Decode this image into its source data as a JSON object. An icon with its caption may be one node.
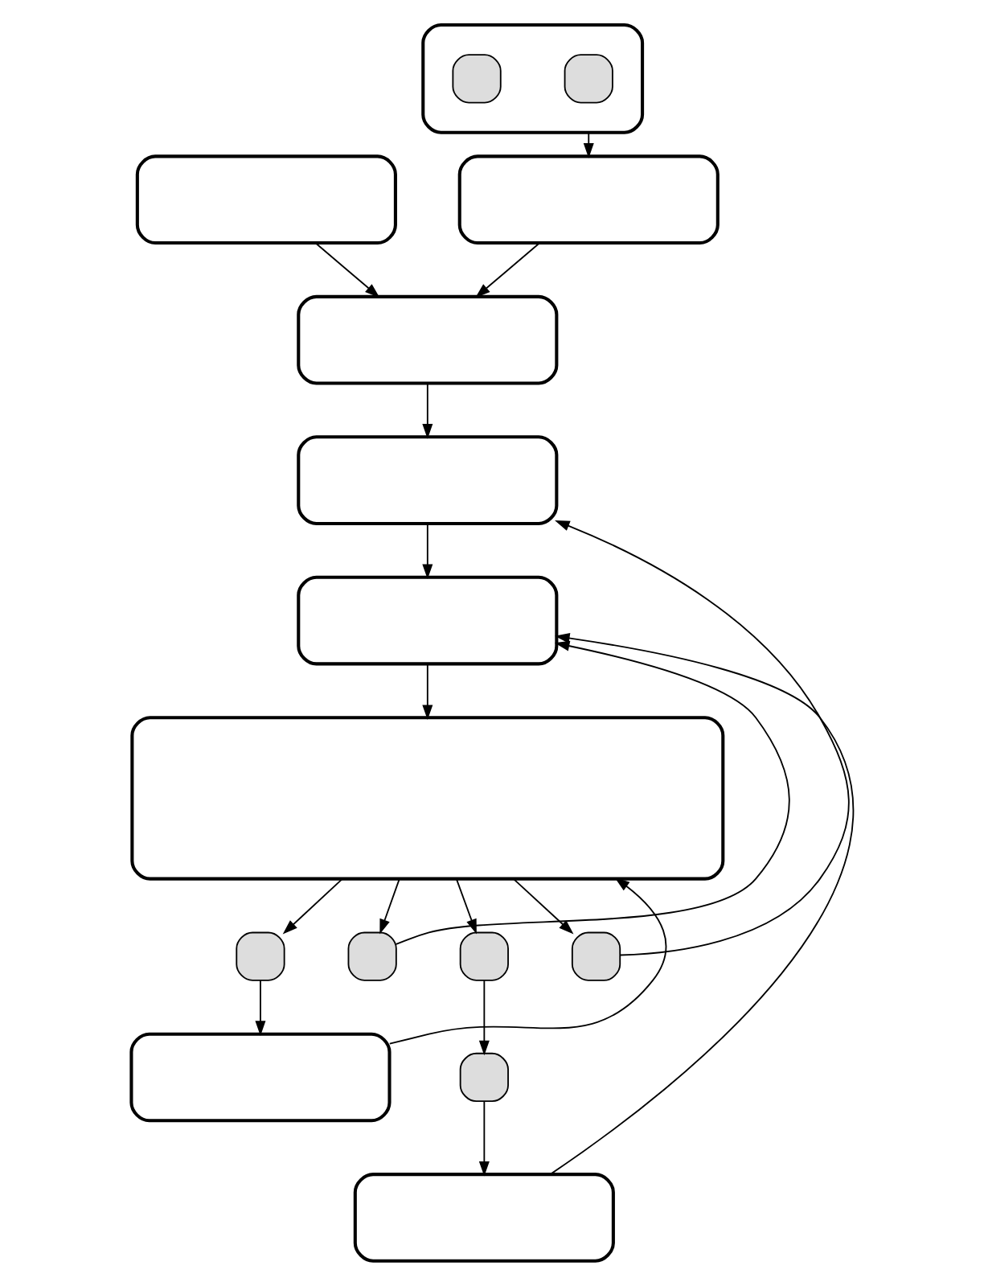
{
  "diagram": {
    "nodes": [
      {
        "text": [],
        "shape": "box"
      },
      {
        "text": [],
        "shape": "box"
      },
      {
        "text": [],
        "shape": "box",
        "in": 1
      },
      {
        "text": [],
        "shape": "box",
        "in": 1
      },
      {
        "text": [],
        "shape": "box"
      },
      {
        "text": [],
        "shape": "box"
      },
      {
        "text": [],
        "shape": "box"
      },
      {
        "text": [],
        "shape": "box"
      },
      {
        "text": [],
        "shape": "box"
      },
      {
        "text": [],
        "shape": "box"
      },
      {
        "text": [],
        "shape": "box"
      },
      {
        "text": [],
        "shape": "box"
      },
      {
        "text": [],
        "shape": "box"
      },
      {
        "text": [],
        "shape": "box"
      },
      {
        "text": [],
        "shape": "box"
      },
      {
        "text": [],
        "shape": "box"
      }
    ],
    "edges": [
      {
        "from": 0,
        "to": 5,
        "arrow": "to"
      },
      {
        "from": 1,
        "to": 4,
        "arrow": "to"
      },
      {
        "from": 4,
        "to": 5,
        "arrow": "to"
      },
      {
        "from": 5,
        "to": 6,
        "arrow": "to"
      },
      {
        "from": 13,
        "to": 6,
        "arrow": "to"
      },
      {
        "from": 6,
        "to": 7,
        "arrow": "to"
      },
      {
        "from": 10,
        "to": 7,
        "arrow": "to"
      },
      {
        "from": 15,
        "to": 7,
        "arrow": "to"
      },
      {
        "from": 7,
        "to": 8,
        "arrow": "to"
      },
      {
        "from": 14,
        "to": 8,
        "arrow": "to"
      },
      {
        "from": 8,
        "to": 9,
        "arrow": "to"
      },
      {
        "from": 8,
        "to": 10,
        "arrow": "to"
      },
      {
        "from": 8,
        "to": 11,
        "arrow": "to"
      },
      {
        "from": 11,
        "to": 12,
        "arrow": "to"
      },
      {
        "from": 8,
        "to": 13,
        "arrow": "to"
      },
      {
        "from": 9,
        "to": 14,
        "arrow": "to"
      },
      {
        "from": 12,
        "to": 15,
        "arrow": "to"
      }
    ]
  }
}
